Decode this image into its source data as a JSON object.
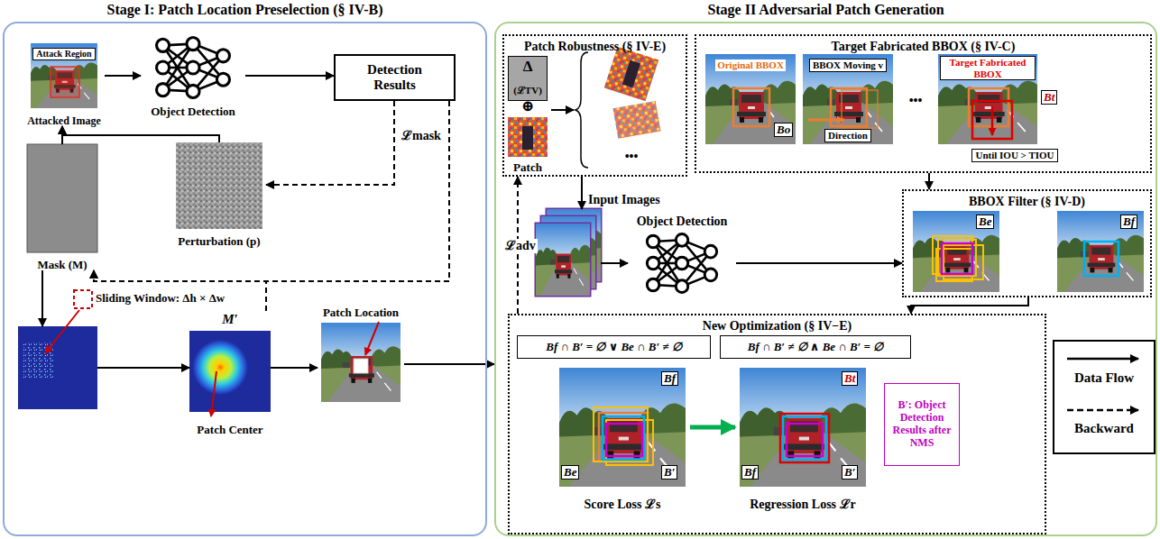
{
  "diagram": {
    "nodes": [
      {
        "text": [
          "Stage I: Patch Location Preselection (§ IV-B)"
        ]
      },
      {
        "text": [
          "Attack Region",
          "Attacked Image"
        ],
        "in": 0
      },
      {
        "text": [
          "Object Detection"
        ],
        "in": 0
      },
      {
        "text": [
          "Detection Results"
        ],
        "in": 0
      },
      {
        "text": [
          "Mask (M)"
        ],
        "in": 0
      },
      {
        "text": [
          "Perturbation (p)"
        ],
        "in": 0
      },
      {
        "text": [
          "Sliding Window: Δh × Δw"
        ],
        "in": 0
      },
      {
        "text": [
          "M′",
          "Patch Center"
        ],
        "in": 0
      },
      {
        "text": [
          "Patch Location"
        ],
        "in": 0
      },
      {
        "text": [
          "Stage II Adversarial Patch Generation"
        ]
      },
      {
        "text": [
          "Patch Robustness (§ IV-E)"
        ],
        "in": 9
      },
      {
        "text": [
          "Δ",
          "(ℒTV)"
        ],
        "in": 10
      },
      {
        "text": [
          "Patch"
        ],
        "in": 10
      },
      {
        "text": [
          "Target Fabricated BBOX (§ IV-C)"
        ],
        "in": 9
      },
      {
        "text": [
          "Original BBOX",
          "Bo"
        ],
        "in": 13
      },
      {
        "text": [
          "BBOX Moving v",
          "Direction"
        ],
        "in": 13
      },
      {
        "text": [
          "Target Fabricated BBOX",
          "Bt",
          "Until IOU > TIOU"
        ],
        "in": 13
      },
      {
        "text": [
          "Input Images"
        ],
        "in": 9
      },
      {
        "text": [
          "Object Detection"
        ],
        "in": 9
      },
      {
        "text": [
          "BBOX Filter (§ IV-D)"
        ],
        "in": 9
      },
      {
        "text": [
          "Be"
        ],
        "in": 19
      },
      {
        "text": [
          "Bf"
        ],
        "in": 19
      },
      {
        "text": [
          "New Optimization (§ IV−E)"
        ],
        "in": 9
      },
      {
        "text": [
          "Bf ∩ B′ = ∅ ∨ Be ∩ B′ ≠ ∅"
        ],
        "in": 22
      },
      {
        "text": [
          "Bf ∩ B′ ≠ ∅ ∧ Be ∩ B′ = ∅"
        ],
        "in": 22
      },
      {
        "text": [
          "Bf",
          "Be",
          "B′",
          "Score Loss ℒs"
        ],
        "in": 22
      },
      {
        "text": [
          "Bt",
          "Bf",
          "B′",
          "Regression Loss ℒr"
        ],
        "in": 22
      },
      {
        "text": [
          "B′: Object Detection Results after NMS"
        ],
        "in": 22
      }
    ],
    "edges": [
      {
        "from": 1,
        "to": 2,
        "arrow": "to"
      },
      {
        "from": 2,
        "to": 3,
        "arrow": "to"
      },
      {
        "from": 3,
        "to": 5,
        "label": "ℒmask",
        "arrow": "to"
      },
      {
        "from": 3,
        "to": 4,
        "arrow": "to"
      },
      {
        "from": 7,
        "to": 4,
        "arrow": "to"
      },
      {
        "from": 4,
        "to": 1,
        "arrow": "to"
      },
      {
        "from": 5,
        "to": 1,
        "arrow": "to"
      },
      {
        "from": 4,
        "to": 6,
        "arrow": "to"
      },
      {
        "from": 6,
        "to": 7,
        "arrow": "to"
      },
      {
        "from": 7,
        "to": 8,
        "arrow": "to"
      },
      {
        "from": 8,
        "to": 9,
        "arrow": "to"
      },
      {
        "from": 10,
        "to": 17,
        "arrow": "to"
      },
      {
        "from": 17,
        "to": 18,
        "arrow": "to"
      },
      {
        "from": 18,
        "to": 19,
        "arrow": "to"
      },
      {
        "from": 13,
        "to": 19,
        "arrow": "to"
      },
      {
        "from": 19,
        "to": 22,
        "arrow": "to"
      },
      {
        "from": 22,
        "to": 10,
        "label": "ℒadv",
        "arrow": "to"
      },
      {
        "from": 25,
        "to": 26,
        "arrow": "to"
      }
    ],
    "labels": [
      "⊕",
      "•••",
      "•••"
    ],
    "legend": [
      {
        "text": "Data Flow"
      },
      {
        "text": "Backward"
      }
    ]
  }
}
